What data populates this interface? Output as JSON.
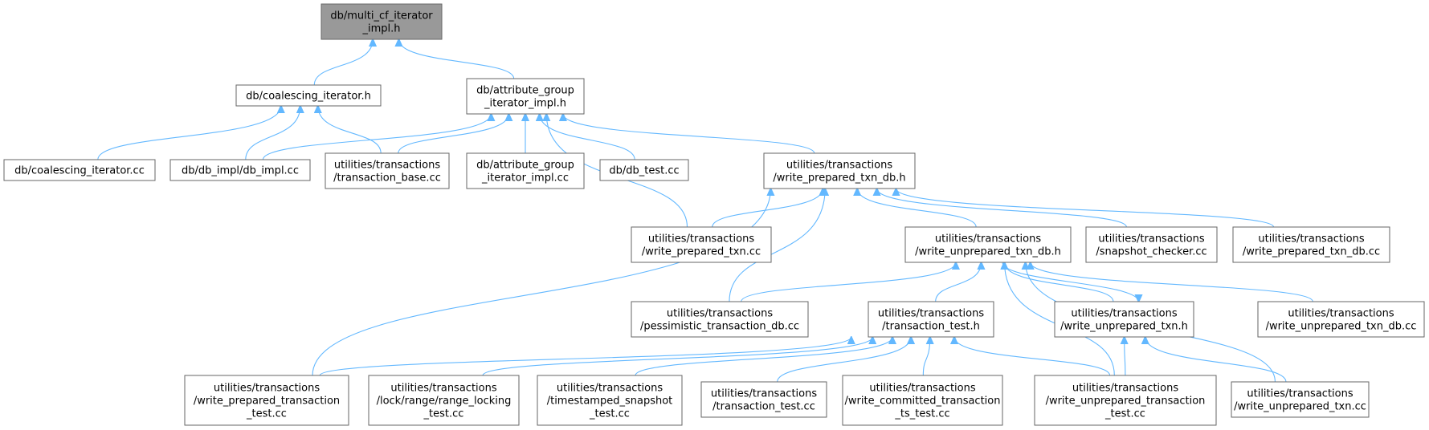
{
  "graph": {
    "root_id": "n0",
    "nodes": [
      {
        "id": "n0",
        "lines": [
          "db/multi_cf_iterator",
          "_impl.h"
        ]
      },
      {
        "id": "n1",
        "lines": [
          "db/coalescing_iterator.h"
        ]
      },
      {
        "id": "n2",
        "lines": [
          "db/attribute_group",
          "_iterator_impl.h"
        ]
      },
      {
        "id": "n3",
        "lines": [
          "db/coalescing_iterator.cc"
        ]
      },
      {
        "id": "n4",
        "lines": [
          "db/db_impl/db_impl.cc"
        ]
      },
      {
        "id": "n5",
        "lines": [
          "utilities/transactions",
          "/transaction_base.cc"
        ]
      },
      {
        "id": "n6",
        "lines": [
          "db/attribute_group",
          "_iterator_impl.cc"
        ]
      },
      {
        "id": "n7",
        "lines": [
          "db/db_test.cc"
        ]
      },
      {
        "id": "n8",
        "lines": [
          "utilities/transactions",
          "/write_prepared_txn_db.h"
        ]
      },
      {
        "id": "n9",
        "lines": [
          "utilities/transactions",
          "/write_prepared_txn.cc"
        ]
      },
      {
        "id": "n10",
        "lines": [
          "utilities/transactions",
          "/write_unprepared_txn_db.h"
        ]
      },
      {
        "id": "n11",
        "lines": [
          "utilities/transactions",
          "/snapshot_checker.cc"
        ]
      },
      {
        "id": "n12",
        "lines": [
          "utilities/transactions",
          "/write_prepared_txn_db.cc"
        ]
      },
      {
        "id": "n13",
        "lines": [
          "utilities/transactions",
          "/pessimistic_transaction_db.cc"
        ]
      },
      {
        "id": "n14",
        "lines": [
          "utilities/transactions",
          "/transaction_test.h"
        ]
      },
      {
        "id": "n15",
        "lines": [
          "utilities/transactions",
          "/write_unprepared_txn.h"
        ]
      },
      {
        "id": "n16",
        "lines": [
          "utilities/transactions",
          "/write_unprepared_txn_db.cc"
        ]
      },
      {
        "id": "n17",
        "lines": [
          "utilities/transactions",
          "/write_prepared_transaction",
          "_test.cc"
        ]
      },
      {
        "id": "n18",
        "lines": [
          "utilities/transactions",
          "/lock/range/range_locking",
          "_test.cc"
        ]
      },
      {
        "id": "n19",
        "lines": [
          "utilities/transactions",
          "/timestamped_snapshot",
          "_test.cc"
        ]
      },
      {
        "id": "n20",
        "lines": [
          "utilities/transactions",
          "/transaction_test.cc"
        ]
      },
      {
        "id": "n21",
        "lines": [
          "utilities/transactions",
          "/write_committed_transaction",
          "_ts_test.cc"
        ]
      },
      {
        "id": "n22",
        "lines": [
          "utilities/transactions",
          "/write_unprepared_transaction",
          "_test.cc"
        ]
      },
      {
        "id": "n23",
        "lines": [
          "utilities/transactions",
          "/write_unprepared_txn.cc"
        ]
      }
    ],
    "edges": [
      [
        "n1",
        "n0"
      ],
      [
        "n2",
        "n0"
      ],
      [
        "n3",
        "n1"
      ],
      [
        "n4",
        "n1"
      ],
      [
        "n5",
        "n1"
      ],
      [
        "n4",
        "n2"
      ],
      [
        "n5",
        "n2"
      ],
      [
        "n6",
        "n2"
      ],
      [
        "n7",
        "n2"
      ],
      [
        "n8",
        "n2"
      ],
      [
        "n9",
        "n2"
      ],
      [
        "n9",
        "n8"
      ],
      [
        "n10",
        "n8"
      ],
      [
        "n11",
        "n8"
      ],
      [
        "n12",
        "n8"
      ],
      [
        "n13",
        "n8"
      ],
      [
        "n17",
        "n8"
      ],
      [
        "n13",
        "n10"
      ],
      [
        "n14",
        "n10"
      ],
      [
        "n15",
        "n10"
      ],
      [
        "n16",
        "n10"
      ],
      [
        "n22",
        "n10"
      ],
      [
        "n23",
        "n10"
      ],
      [
        "n10",
        "n15"
      ],
      [
        "n22",
        "n15"
      ],
      [
        "n23",
        "n15"
      ],
      [
        "n17",
        "n14"
      ],
      [
        "n18",
        "n14"
      ],
      [
        "n19",
        "n14"
      ],
      [
        "n20",
        "n14"
      ],
      [
        "n21",
        "n14"
      ],
      [
        "n22",
        "n14"
      ]
    ]
  }
}
